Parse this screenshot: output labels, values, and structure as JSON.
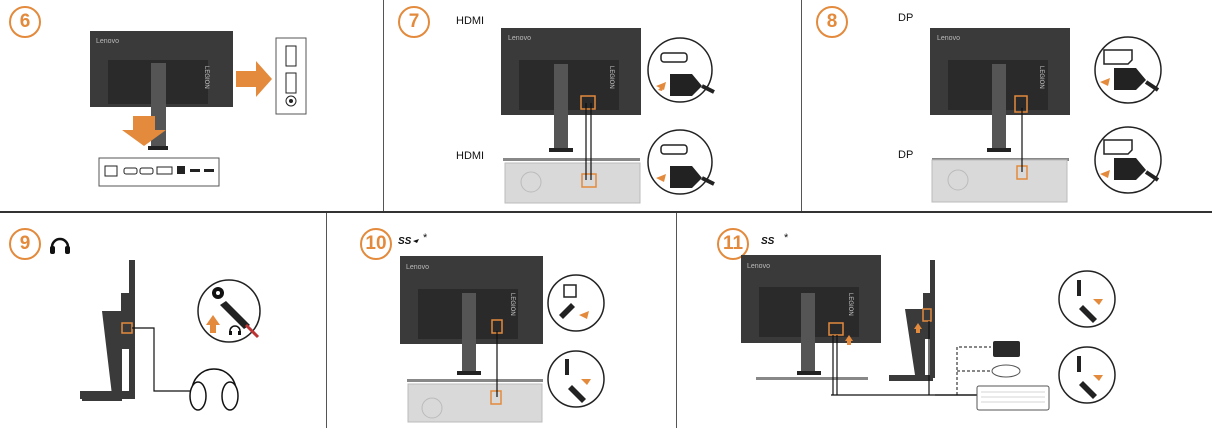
{
  "steps": {
    "s6": {
      "number": "6",
      "brand": "Lenovo",
      "side_logo": "LEGION"
    },
    "s7": {
      "number": "7",
      "label_top": "HDMI",
      "label_bottom": "HDMI",
      "brand": "Lenovo",
      "side_logo": "LEGION"
    },
    "s8": {
      "number": "8",
      "label_top": "DP",
      "label_bottom": "DP",
      "brand": "Lenovo",
      "side_logo": "LEGION"
    },
    "s9": {
      "number": "9"
    },
    "s10": {
      "number": "10",
      "usb_label": "SS",
      "asterisk": "*",
      "brand": "Lenovo",
      "side_logo": "LEGION"
    },
    "s11": {
      "number": "11",
      "usb_label": "SS",
      "asterisk": "*",
      "brand": "Lenovo",
      "side_logo": "LEGION"
    }
  },
  "colors": {
    "accent": "#e38a3c",
    "monitor": "#3a3a3a",
    "monitor_inner": "#2a2a2a",
    "pc": "#d9d9d9",
    "divider": "#333333"
  },
  "icons": [
    "headphone-icon",
    "usb-ss-icon",
    "arrow-right-icon",
    "arrow-down-icon",
    "hdmi-connector-icon",
    "dp-connector-icon",
    "audio-jack-icon",
    "usb-b-connector-icon",
    "usb-a-connector-icon",
    "keyboard-icon",
    "mouse-icon",
    "phone-icon",
    "headphones-icon"
  ]
}
